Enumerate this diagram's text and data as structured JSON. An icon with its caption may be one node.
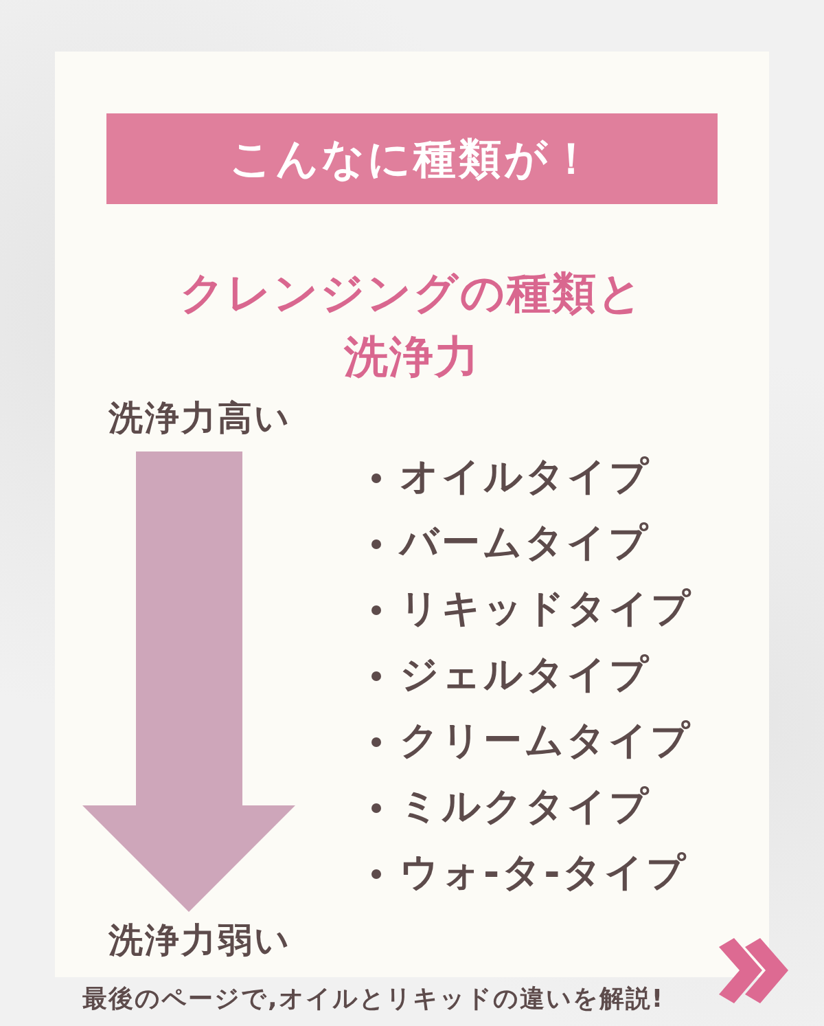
{
  "diagram": {
    "title": "こんなに種類が！",
    "labels": [
      "クレンジングの種類と洗浄力",
      "洗浄力高い",
      "オイルタイプ",
      "バームタイプ",
      "リキッドタイプ",
      "ジェルタイプ",
      "クリームタイプ",
      "ミルクタイプ",
      "ウォ-タ-タイプ",
      "洗浄力弱い",
      "最後のページで,オイルとリキッドの違いを解説!"
    ]
  }
}
